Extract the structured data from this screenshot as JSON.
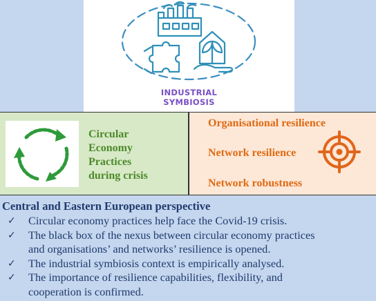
{
  "logo": {
    "line1": "INDUSTRIAL",
    "line2": "SYMBIOSIS",
    "icon": "industrial-symbiosis-icon"
  },
  "circular": {
    "line1": "Circular",
    "line2": "Economy",
    "line3": "Practices",
    "line4": "during crisis",
    "icon": "recycle-arrows-icon"
  },
  "resilience": {
    "items": [
      "Organisational resilience",
      "Network resilience",
      "Network robustness"
    ],
    "icon": "target-icon"
  },
  "perspective": {
    "heading": "Central and Eastern European perspective",
    "bullets": [
      [
        "Circular economy practices help face the Covid-19 crisis."
      ],
      [
        "The black box of the nexus between circular economy practices",
        "and organisations’ and networks’ resilience is opened."
      ],
      [
        "The industrial symbiosis context is empirically analysed."
      ],
      [
        "The importance of resilience capabilities, flexibility, and",
        "cooperation is confirmed."
      ]
    ],
    "check_glyph": "✓"
  },
  "colors": {
    "background": "#c5d7ee",
    "green": "#4c8a2a",
    "orange": "#e06a12",
    "navy": "#1f3a6e",
    "logo_blue": "#2f8fb7",
    "logo_purple": "#7a4fc4"
  }
}
